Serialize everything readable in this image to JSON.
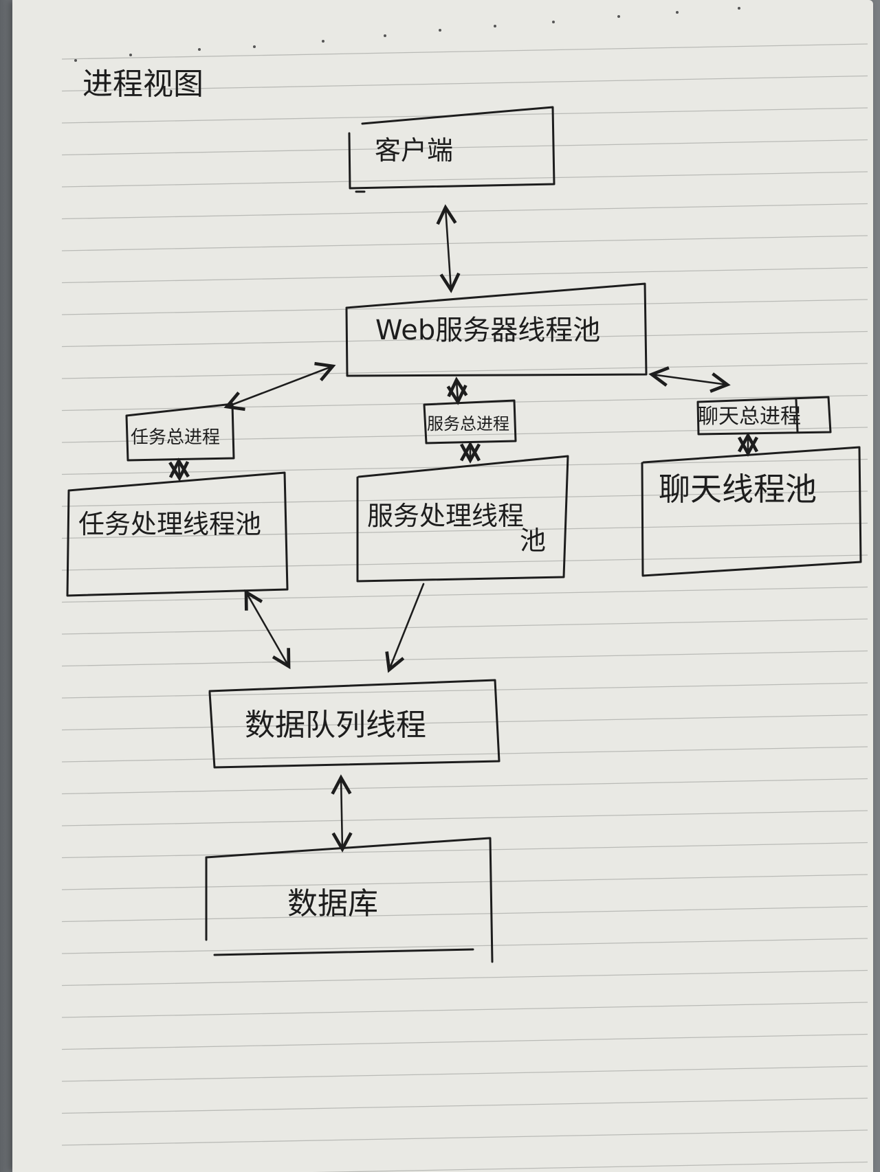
{
  "title": "进程视图",
  "nodes": {
    "client": "客户端",
    "web_pool": "Web服务器线程池",
    "task_master": "任务总进程",
    "service_master": "服务总进程",
    "chat_master": "聊天总进程",
    "task_pool": "任务处理线程池",
    "service_pool_line1": "服务处理线程",
    "service_pool_line2": "池",
    "chat_pool": "聊天线程池",
    "data_queue": "数据队列线程",
    "database": "数据库"
  },
  "colors": {
    "ink": "#1d1d1d",
    "paper": "#e9e9e4",
    "rule_line": "#b9bab6"
  }
}
